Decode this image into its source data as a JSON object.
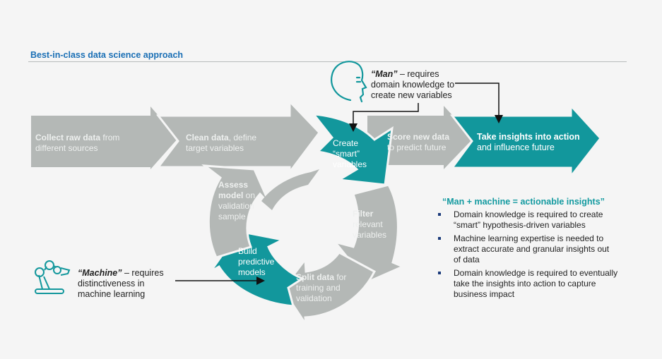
{
  "header": {
    "title": "Best-in-class data science approach"
  },
  "colors": {
    "teal": "#12979c",
    "gray": "#b4b8b6",
    "title_blue": "#1a6fb5",
    "quote_teal": "#139aa0"
  },
  "steps": {
    "collect": {
      "bold": "Collect raw data",
      "rest_line1": " from",
      "line2": "different sources"
    },
    "clean": {
      "bold": "Clean data",
      "rest_line1": ", define",
      "line2": "target variables"
    },
    "create": {
      "line1": "Create",
      "line2": "“smart”",
      "line3": "variables"
    },
    "score": {
      "bold": "Score new data",
      "line2": "to predict future"
    },
    "take": {
      "bold": "Take insights into action",
      "line2": "and influence future"
    },
    "filter": {
      "bold": "Filter",
      "line2": "relevant",
      "line3": "variables"
    },
    "split": {
      "bold": "Split data",
      "rest_line1": " for",
      "line2": "training and",
      "line3": "validation"
    },
    "build": {
      "line1": "Build",
      "line2": "predictive",
      "line3": "models"
    },
    "assess": {
      "bold1": "Assess",
      "bold2": "model",
      "rest_line2": " on",
      "line3": "validation",
      "line4": "sample"
    }
  },
  "callouts": {
    "man": {
      "icon": "human-head-icon",
      "bold": "“Man”",
      "rest_line1": " – requires",
      "line2": "domain knowledge to",
      "line3": "create new variables"
    },
    "machine": {
      "icon": "robot-arm-icon",
      "bold": "“Machine”",
      "rest_line1": " – requires",
      "line2": "distinctiveness in",
      "line3": "machine learning"
    }
  },
  "summary": {
    "quote": "“Man + machine = actionable insights”",
    "bullets": [
      {
        "line1": "Domain knowledge is required to create",
        "line2": "“smart” hypothesis-driven variables"
      },
      {
        "line1": "Machine learning expertise is needed to",
        "line2": "extract accurate and granular insights out",
        "line3": "of data"
      },
      {
        "line1": "Domain knowledge is required to eventually",
        "line2": "take the insights into action to capture",
        "line3": "business impact"
      }
    ]
  }
}
